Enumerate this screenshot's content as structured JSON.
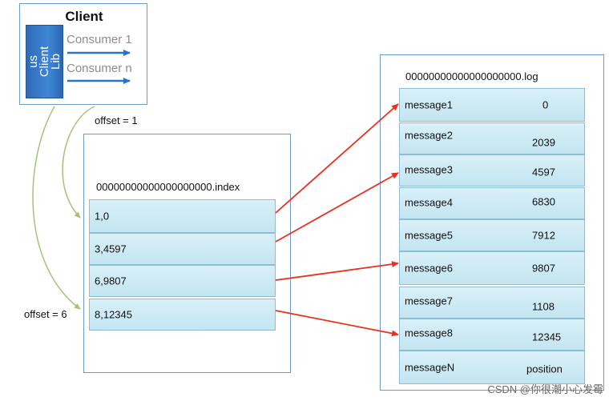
{
  "client": {
    "title": "Client",
    "lib_lines": [
      "us",
      "Client",
      "Lib"
    ],
    "consumers": [
      "Consumer 1",
      "Consumer n"
    ]
  },
  "offsets": {
    "first": "offset = 1",
    "second": "offset = 6"
  },
  "index_file": {
    "filename": "00000000000000000000.index",
    "entries": [
      "1,0",
      "3,4597",
      "6,9807",
      "8,12345"
    ]
  },
  "log_file": {
    "filename": "00000000000000000000.log",
    "messages": [
      {
        "name": "message1",
        "position": "0"
      },
      {
        "name": "message2",
        "position": "2039"
      },
      {
        "name": "message3",
        "position": "4597"
      },
      {
        "name": "message4",
        "position": "6830"
      },
      {
        "name": "message5",
        "position": "7912"
      },
      {
        "name": "message6",
        "position": "9807"
      },
      {
        "name": "message7",
        "position": "1108"
      },
      {
        "name": "message8",
        "position": "12345"
      },
      {
        "name": "messageN",
        "position": "position"
      }
    ]
  },
  "watermark": "CSDN @你很潮小心发霉",
  "colors": {
    "frame_border": "#6f9bc4",
    "row_fill": "#c8e7f3",
    "client_lib": "#3a7dcc",
    "consumer_arrow": "#2d72c3",
    "pointer_arrow": "#e8321e",
    "offset_curve": "#a8c07a"
  }
}
